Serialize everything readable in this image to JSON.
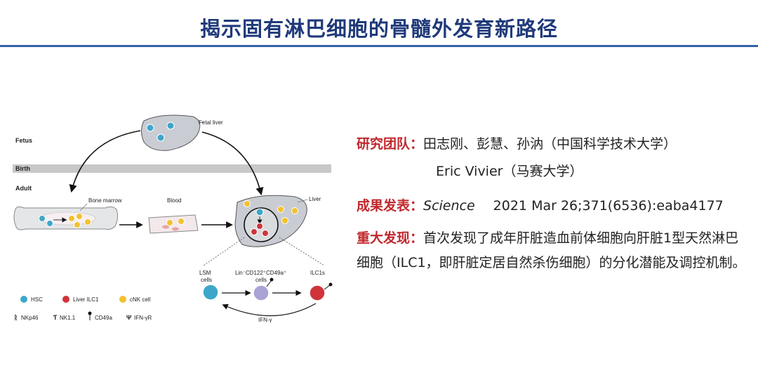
{
  "title": "揭示固有淋巴细胞的骨髓外发育新路径",
  "figure": {
    "fetal_liver": "Fetal liver",
    "fetus": "Fetus",
    "birth": "Birth",
    "adult": "Adult",
    "bone_marrow": "Bone marrow",
    "blood": "Blood",
    "liver": "Liver",
    "lsm_cells": [
      "LSM",
      "cells"
    ],
    "lin_cells": [
      "Lin⁻CD122⁺CD49a⁺",
      "cells"
    ],
    "ilc1s": "ILC1s",
    "ifn": "IFN-γ",
    "legend": {
      "hsc": "HSC",
      "liver_ilc1": "Liver ILC1",
      "cnk": "cNK cell",
      "nkp46": "NKp46",
      "nk11": "NK1.1",
      "cd49a": "CD49a",
      "ifngr": "IFN-γR"
    },
    "colors": {
      "hsc": "#3ea7c9",
      "ilc1": "#d0343b",
      "cnk": "#f2c12e",
      "lin": "#a9a3d6",
      "organ": "#c9cdd3",
      "birth_band": "#c8c8c8"
    }
  },
  "info": {
    "team_label": "研究团队：",
    "team_value": "田志刚、彭慧、孙汭（中国科学技术大学）",
    "team_value2": "Eric Vivier（马赛大学）",
    "pub_label": "成果发表：",
    "journal": "Science",
    "citation": "2021 Mar 26;371(6536):eaba4177",
    "finding_label": "重大发现：",
    "finding_text": "首次发现了成年肝脏造血前体细胞向肝脏1型天然淋巴细胞（ILC1，即肝脏定居自然杀伤细胞）的分化潜能及调控机制。"
  }
}
